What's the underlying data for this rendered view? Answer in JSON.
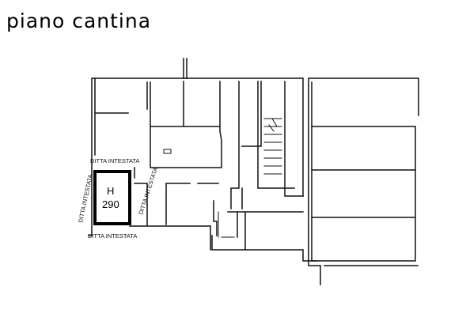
{
  "title": "piano cantina",
  "labels": {
    "ditta_top": "DITTA INTESTATA",
    "ditta_left": "DITTA INTESTATA",
    "ditta_right": "DITTA INTESTATA",
    "ditta_bottom": "DITTA INTESTATA"
  },
  "unit": {
    "letter": "H",
    "number": "290"
  }
}
